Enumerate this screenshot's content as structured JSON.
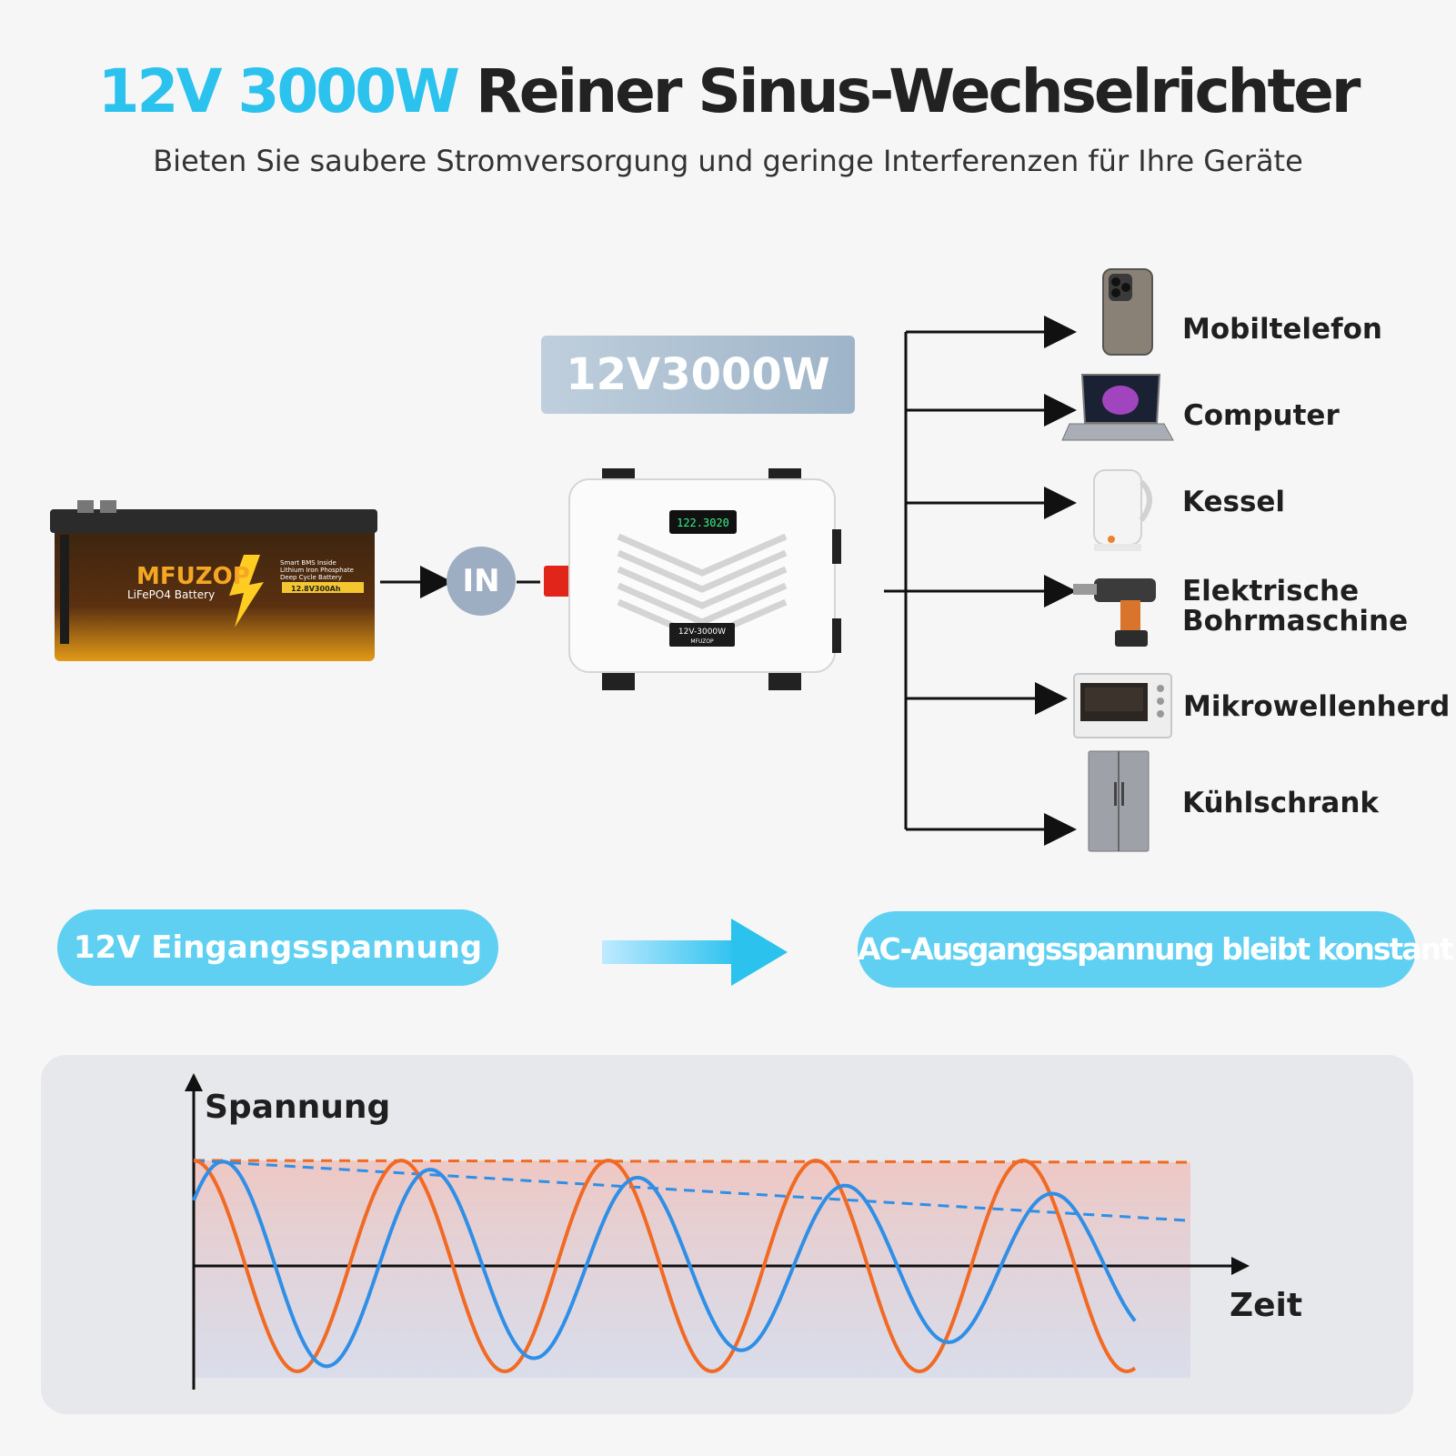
{
  "header": {
    "title_accent": "12V 3000W",
    "title_main": "Reiner Sinus-Wechselrichter",
    "subtitle": "Bieten Sie saubere Stromversorgung und geringe Interferenzen für Ihre Geräte"
  },
  "model_badge": "12V3000W",
  "input_badge": "IN",
  "battery": {
    "brand": "MFUZOP",
    "model": "LiFePO4 Battery",
    "features": [
      "Smart BMS Inside",
      "Lithium Iron Phosphate",
      "Deep Cycle Battery"
    ],
    "rating": "12.8V300Ah"
  },
  "inverter": {
    "display": "122.3020",
    "plate_line1": "12V-3000W",
    "plate_line2": "MFUZOP"
  },
  "devices": [
    {
      "label": "Mobiltelefon",
      "icon": "phone-icon"
    },
    {
      "label": "Computer",
      "icon": "laptop-icon"
    },
    {
      "label": "Kessel",
      "icon": "kettle-icon"
    },
    {
      "label_line1": "Elektrische",
      "label_line2": "Bohrmaschine",
      "icon": "drill-icon"
    },
    {
      "label": "Mikrowellenherd",
      "icon": "microwave-icon"
    },
    {
      "label": "Kühlschrank",
      "icon": "fridge-icon"
    }
  ],
  "pills": {
    "input": "12V Eingangsspannung",
    "output": "AC-Ausgangsspannung bleibt konstant"
  },
  "chart": {
    "y_label": "Spannung",
    "x_label": "Zeit"
  },
  "colors": {
    "accent": "#2bc2ee",
    "pill": "#5fd0f2",
    "orange_wave": "#f06a24",
    "blue_wave": "#2f8fe6"
  }
}
